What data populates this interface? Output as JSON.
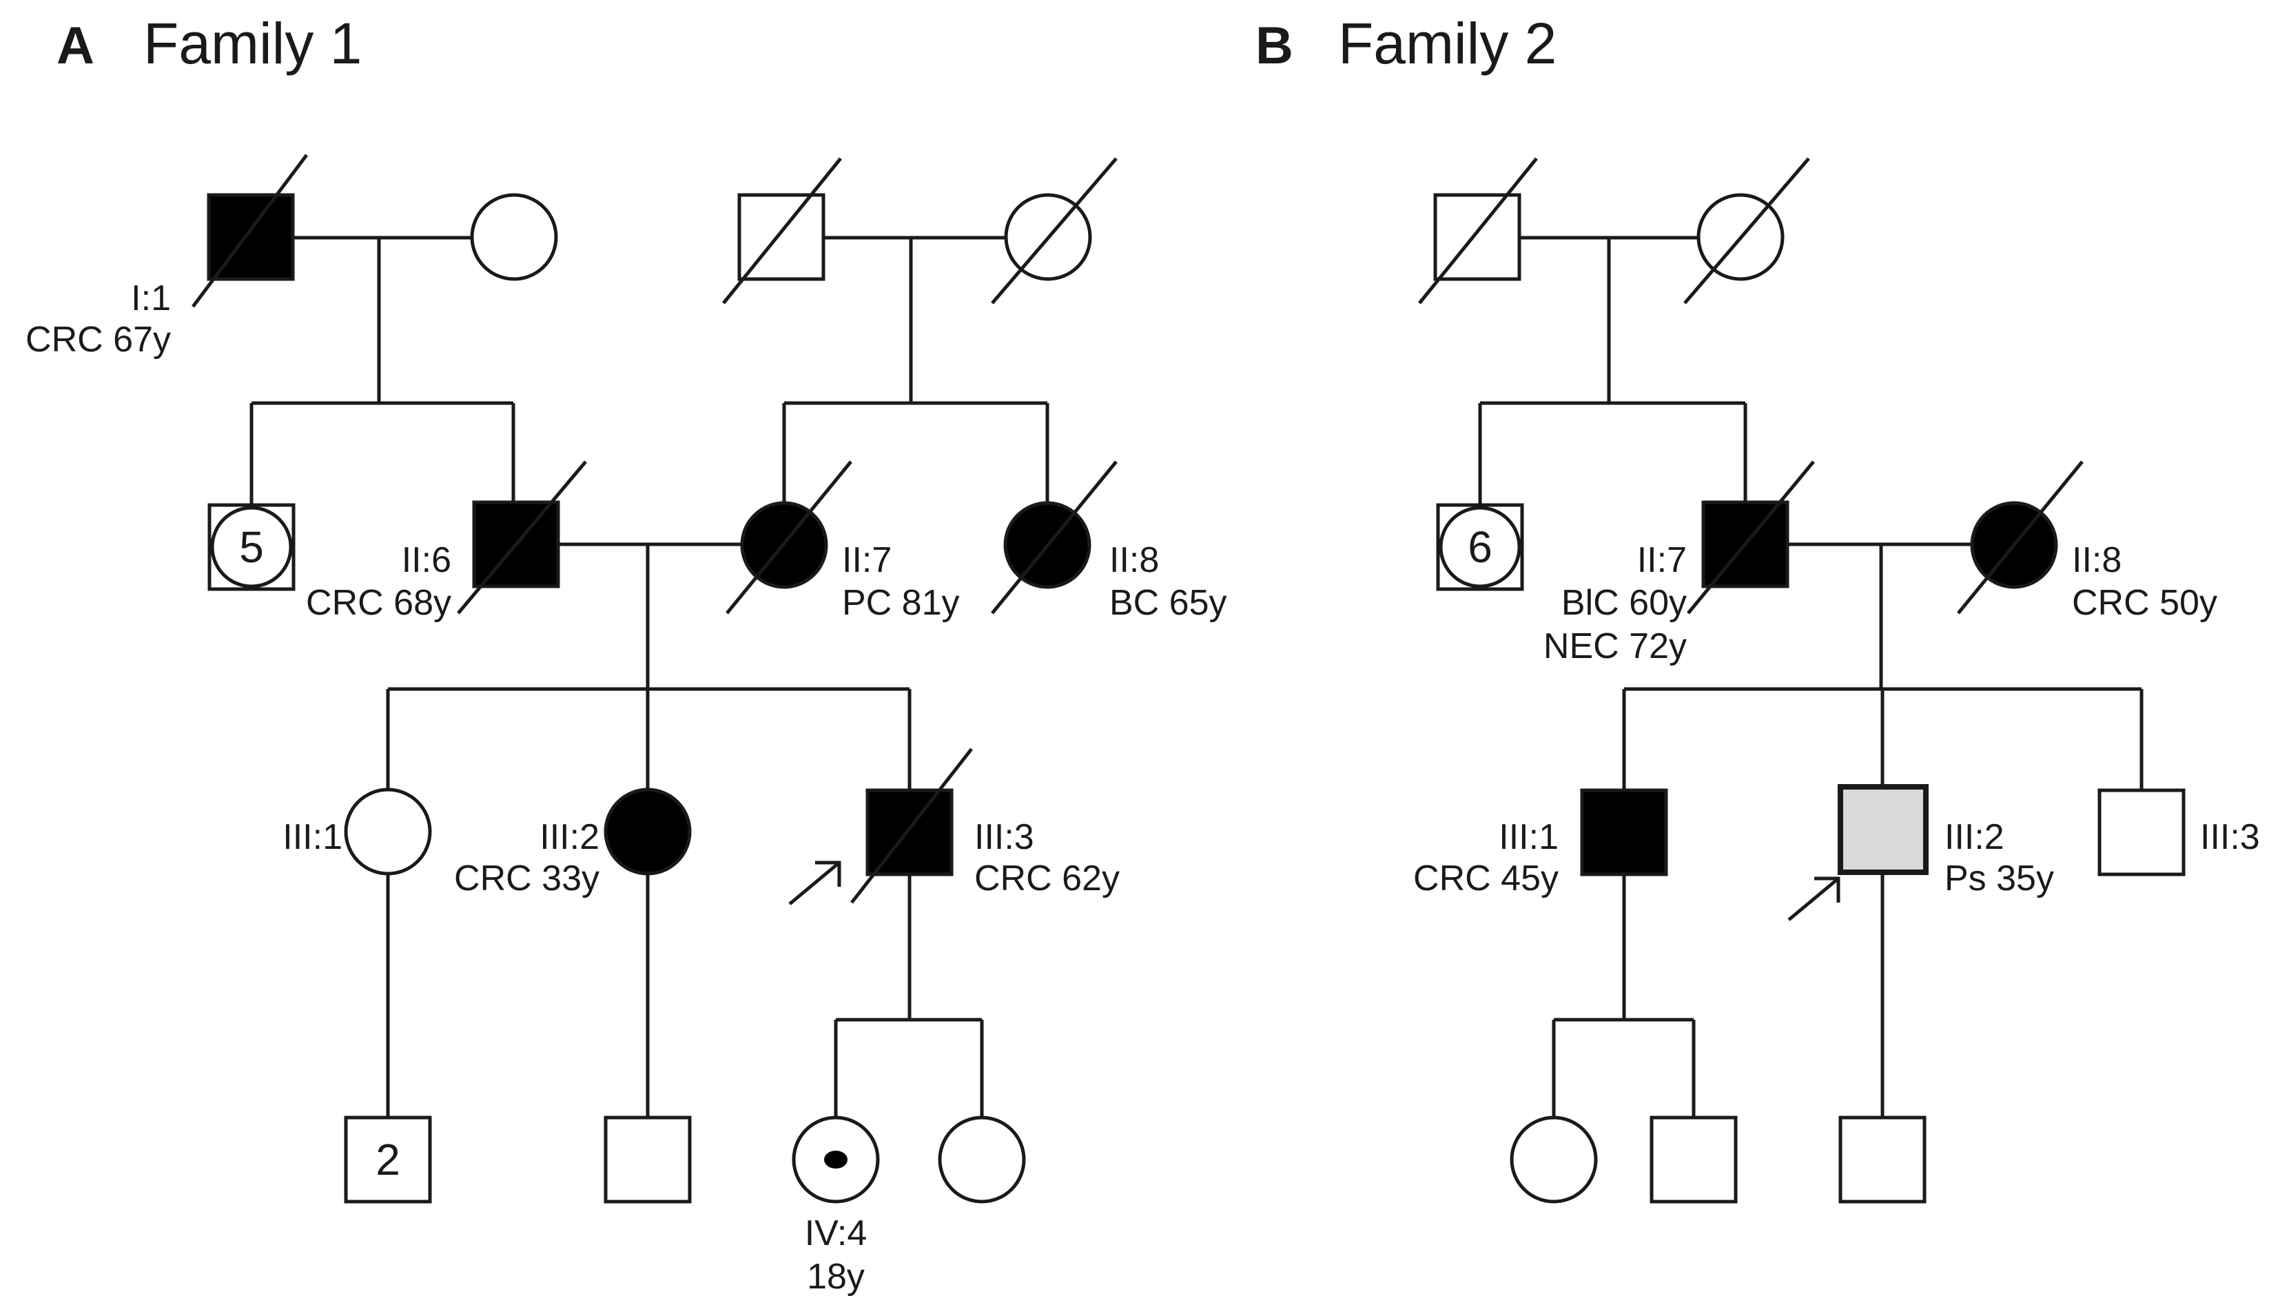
{
  "panels": {
    "a": {
      "letter": "A",
      "title": "Family 1"
    },
    "b": {
      "letter": "B",
      "title": "Family 2"
    }
  },
  "family1": {
    "I1": {
      "id": "I:1",
      "note": "CRC 67y"
    },
    "II5": {
      "count": "5"
    },
    "II6": {
      "id": "II:6",
      "note": "CRC 68y"
    },
    "II7": {
      "id": "II:7",
      "note": "PC 81y"
    },
    "II8": {
      "id": "II:8",
      "note": "BC 65y"
    },
    "III1": {
      "id": "III:1"
    },
    "III2": {
      "id": "III:2",
      "note": "CRC 33y"
    },
    "III3": {
      "id": "III:3",
      "note": "CRC 62y"
    },
    "IV1": {
      "count": "2"
    },
    "IV4": {
      "id": "IV:4",
      "note": "18y"
    }
  },
  "family2": {
    "II6": {
      "count": "6"
    },
    "II7": {
      "id": "II:7",
      "note1": "BlC 60y",
      "note2": "NEC 72y"
    },
    "II8": {
      "id": "II:8",
      "note": "CRC 50y"
    },
    "III1": {
      "id": "III:1",
      "note": "CRC 45y"
    },
    "III2": {
      "id": "III:2",
      "note": "Ps 35y"
    },
    "III3": {
      "id": "III:3"
    }
  },
  "colors": {
    "line": "#1a1a1a",
    "affected": "#000000",
    "unaffected": "#ffffff",
    "partial": "#d9d9d9"
  }
}
